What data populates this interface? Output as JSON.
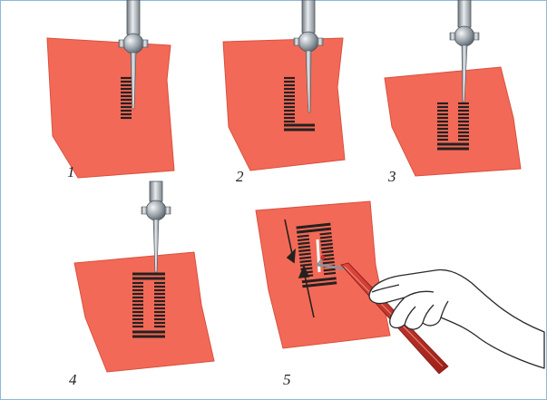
{
  "steps": [
    {
      "label": "1"
    },
    {
      "label": "2"
    },
    {
      "label": "3"
    },
    {
      "label": "4"
    },
    {
      "label": "5"
    }
  ],
  "colors": {
    "fabric": "#f26a57",
    "fabric_shade": "#e4503f",
    "stitch": "#262020",
    "needle_metal": "#9aa3ab",
    "ripper_handle": "#c8332a",
    "hand": "#ffffff",
    "frame": "#8fb6d8"
  },
  "icons": {
    "machine_needle": "needle-icon",
    "seam_ripper": "seam-ripper-icon",
    "direction_arrow": "arrow-icon"
  }
}
